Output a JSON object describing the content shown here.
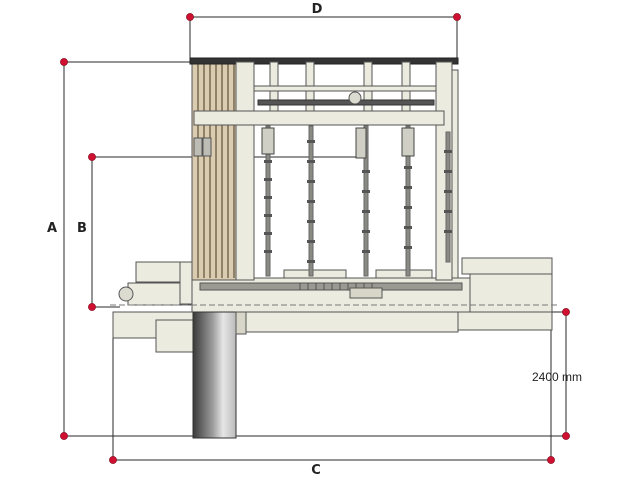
{
  "dimensions": {
    "a_label": "A",
    "b_label": "B",
    "c_label": "C",
    "d_label": "D",
    "height_label": "2400 mm"
  },
  "colors": {
    "line": "#2a2a2a",
    "marker": "#d01030",
    "frame_fill": "#ecebdf",
    "frame_stroke": "#555555",
    "slat_fill": "#c9b89a",
    "post_fill": "#777777"
  }
}
